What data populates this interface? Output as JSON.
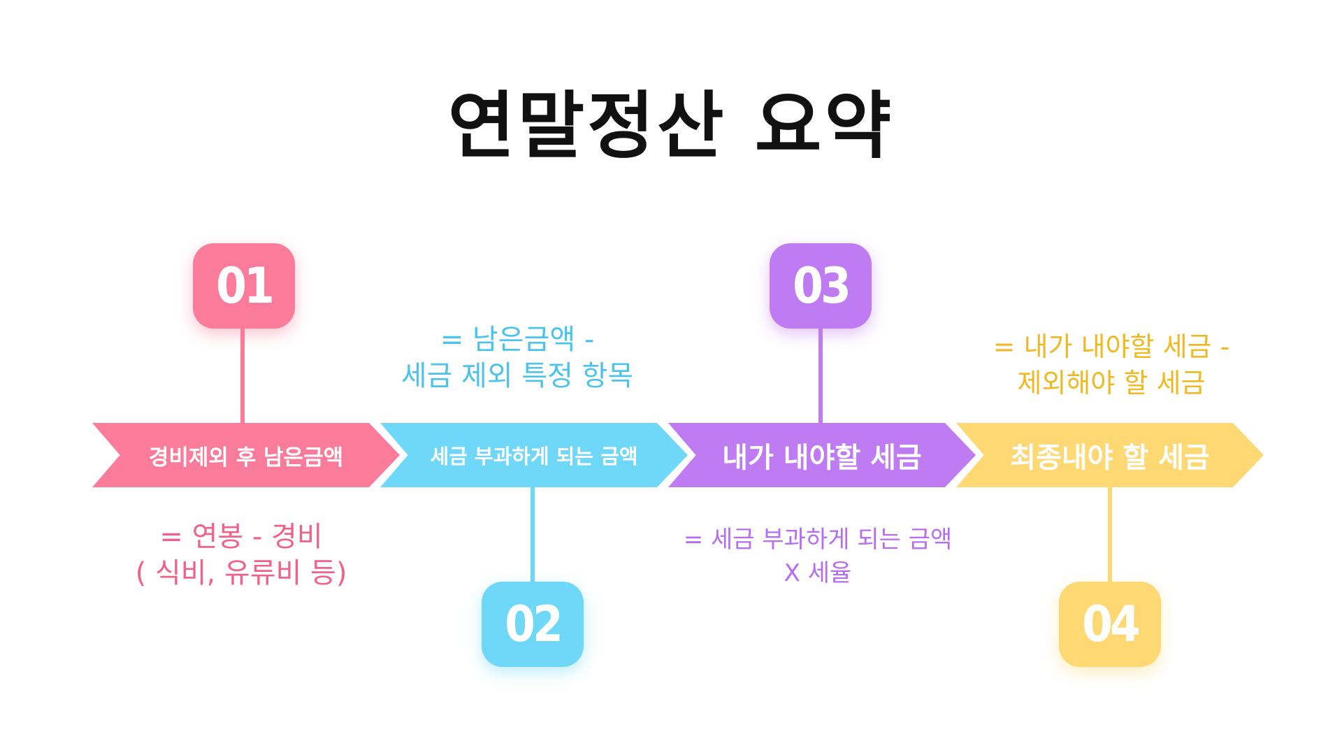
{
  "title": "연말정산 요약",
  "colors": {
    "step1": "#fb7c9a",
    "step2": "#6fd7f7",
    "step3": "#bf7cf2",
    "step4": "#fdd873"
  },
  "steps": [
    {
      "number": "01",
      "label": "경비제외 후 남은금액",
      "description": [
        "= 연봉 - 경비",
        "( 식비, 유류비 등)"
      ],
      "description_color": "#f0628a"
    },
    {
      "number": "02",
      "label": "세금 부과하게 되는 금액",
      "description": [
        "= 남은금액 -",
        "세금 제외 특정 항목"
      ],
      "description_color": "#4cc3ea"
    },
    {
      "number": "03",
      "label": "내가 내야할 세금",
      "description": [
        "= 세금 부과하게 되는 금액",
        "X 세율"
      ],
      "description_color": "#b76df0"
    },
    {
      "number": "04",
      "label": "최종내야 할 세금",
      "description": [
        "= 내가 내야할 세금 -",
        "제외해야 할 세금"
      ],
      "description_color": "#f0b922"
    }
  ]
}
